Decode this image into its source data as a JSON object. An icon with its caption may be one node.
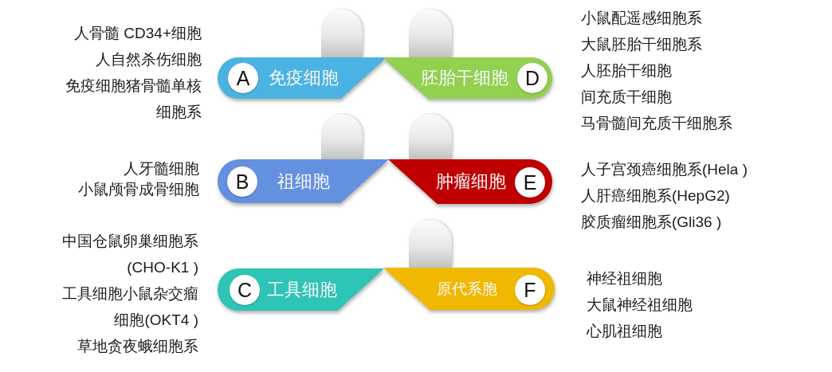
{
  "diagram": {
    "nodes": [
      {
        "text": [
          "免疫细胞"
        ],
        "beside": [
          "人骨髓 CD34+细胞",
          "人自然杀伤细胞",
          "免疫细胞猪骨髓单核细胞系"
        ]
      },
      {
        "text": [
          "A"
        ],
        "in": 0
      },
      {
        "text": [
          "胚胎干细胞"
        ],
        "beside": [
          "小鼠配遥感细胞系",
          "大鼠胚胎干细胞系",
          "人胚胎干细胞",
          "间充质干细胞",
          "马骨髓间充质干细胞系"
        ]
      },
      {
        "text": [
          "D"
        ],
        "in": 2
      },
      {
        "text": [
          "祖细胞"
        ],
        "beside": [
          "人牙髓细胞",
          "小鼠颅骨成骨细胞"
        ]
      },
      {
        "text": [
          "B"
        ],
        "in": 4
      },
      {
        "text": [
          "肿瘤细胞"
        ],
        "beside": [
          "人子宫颈癌细胞系(Hela )",
          "人肝癌细胞系(HepG2)",
          "胶质瘤细胞系(Gli36 )"
        ]
      },
      {
        "text": [
          "E"
        ],
        "in": 6
      },
      {
        "text": [
          "工具细胞"
        ],
        "beside": [
          "中国仓鼠卵巢细胞系(CHO-K1 )",
          "工具细胞小鼠杂交瘤细胞(OKT4 )",
          "草地贪夜蛾细胞系"
        ]
      },
      {
        "text": [
          "C"
        ],
        "in": 8
      },
      {
        "text": [
          "原代系胞"
        ],
        "beside": [
          "神经祖细胞",
          "大鼠神经祖细胞",
          "心肌祖细胞"
        ]
      },
      {
        "text": [
          "F"
        ],
        "in": 10
      }
    ]
  }
}
